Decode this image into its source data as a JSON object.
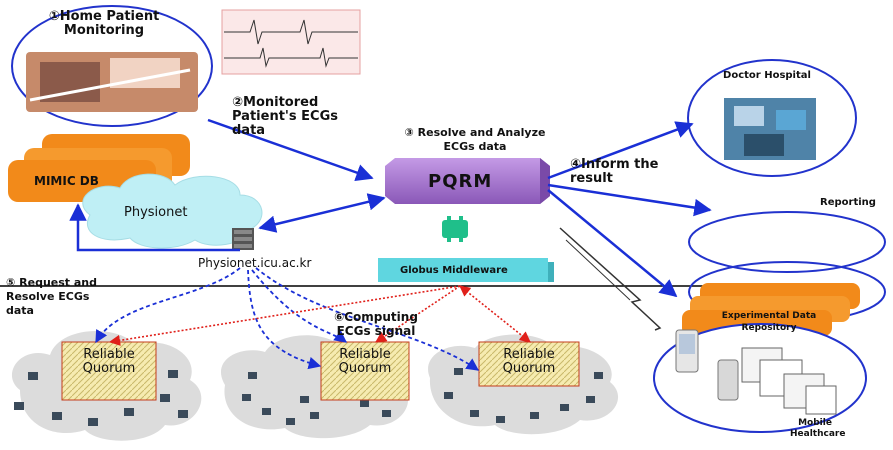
{
  "labels": {
    "home_monitoring": "①Home Patient Monitoring",
    "monitored": "②Monitored Patient's ECGs data",
    "resolve_analyze": "③ Resolve and Analyze ECGs data",
    "inform": "④Inform the result",
    "doctor": "Doctor Hospital",
    "reporting": "Reporting",
    "mimic": "MIMIC DB",
    "physionet": "Physionet",
    "pqrm": "PQRM",
    "physionet_host": "Physionet.icu.ac.kr",
    "globus": "Globus Middleware",
    "request": "⑤ Request and Resolve ECGs data",
    "computing": "⑥Computing ECGs signal",
    "quorum1": "Reliable Quorum",
    "quorum2": "Reliable Quorum",
    "quorum3": "Reliable Quorum",
    "exp_repo": "Experimental Data Repository",
    "mobile": "Mobile Healthcare"
  },
  "colors": {
    "arrow_blue": "#1a2fd6",
    "arrow_red": "#e0201a",
    "orange": "#f28a1a",
    "purple": "#9b6bc9",
    "cyan": "#5fd6e0",
    "cloud_cyan": "#bfeff5",
    "quorum_fill": "#f6ebb0",
    "ellipse_blue": "#2233cc"
  }
}
